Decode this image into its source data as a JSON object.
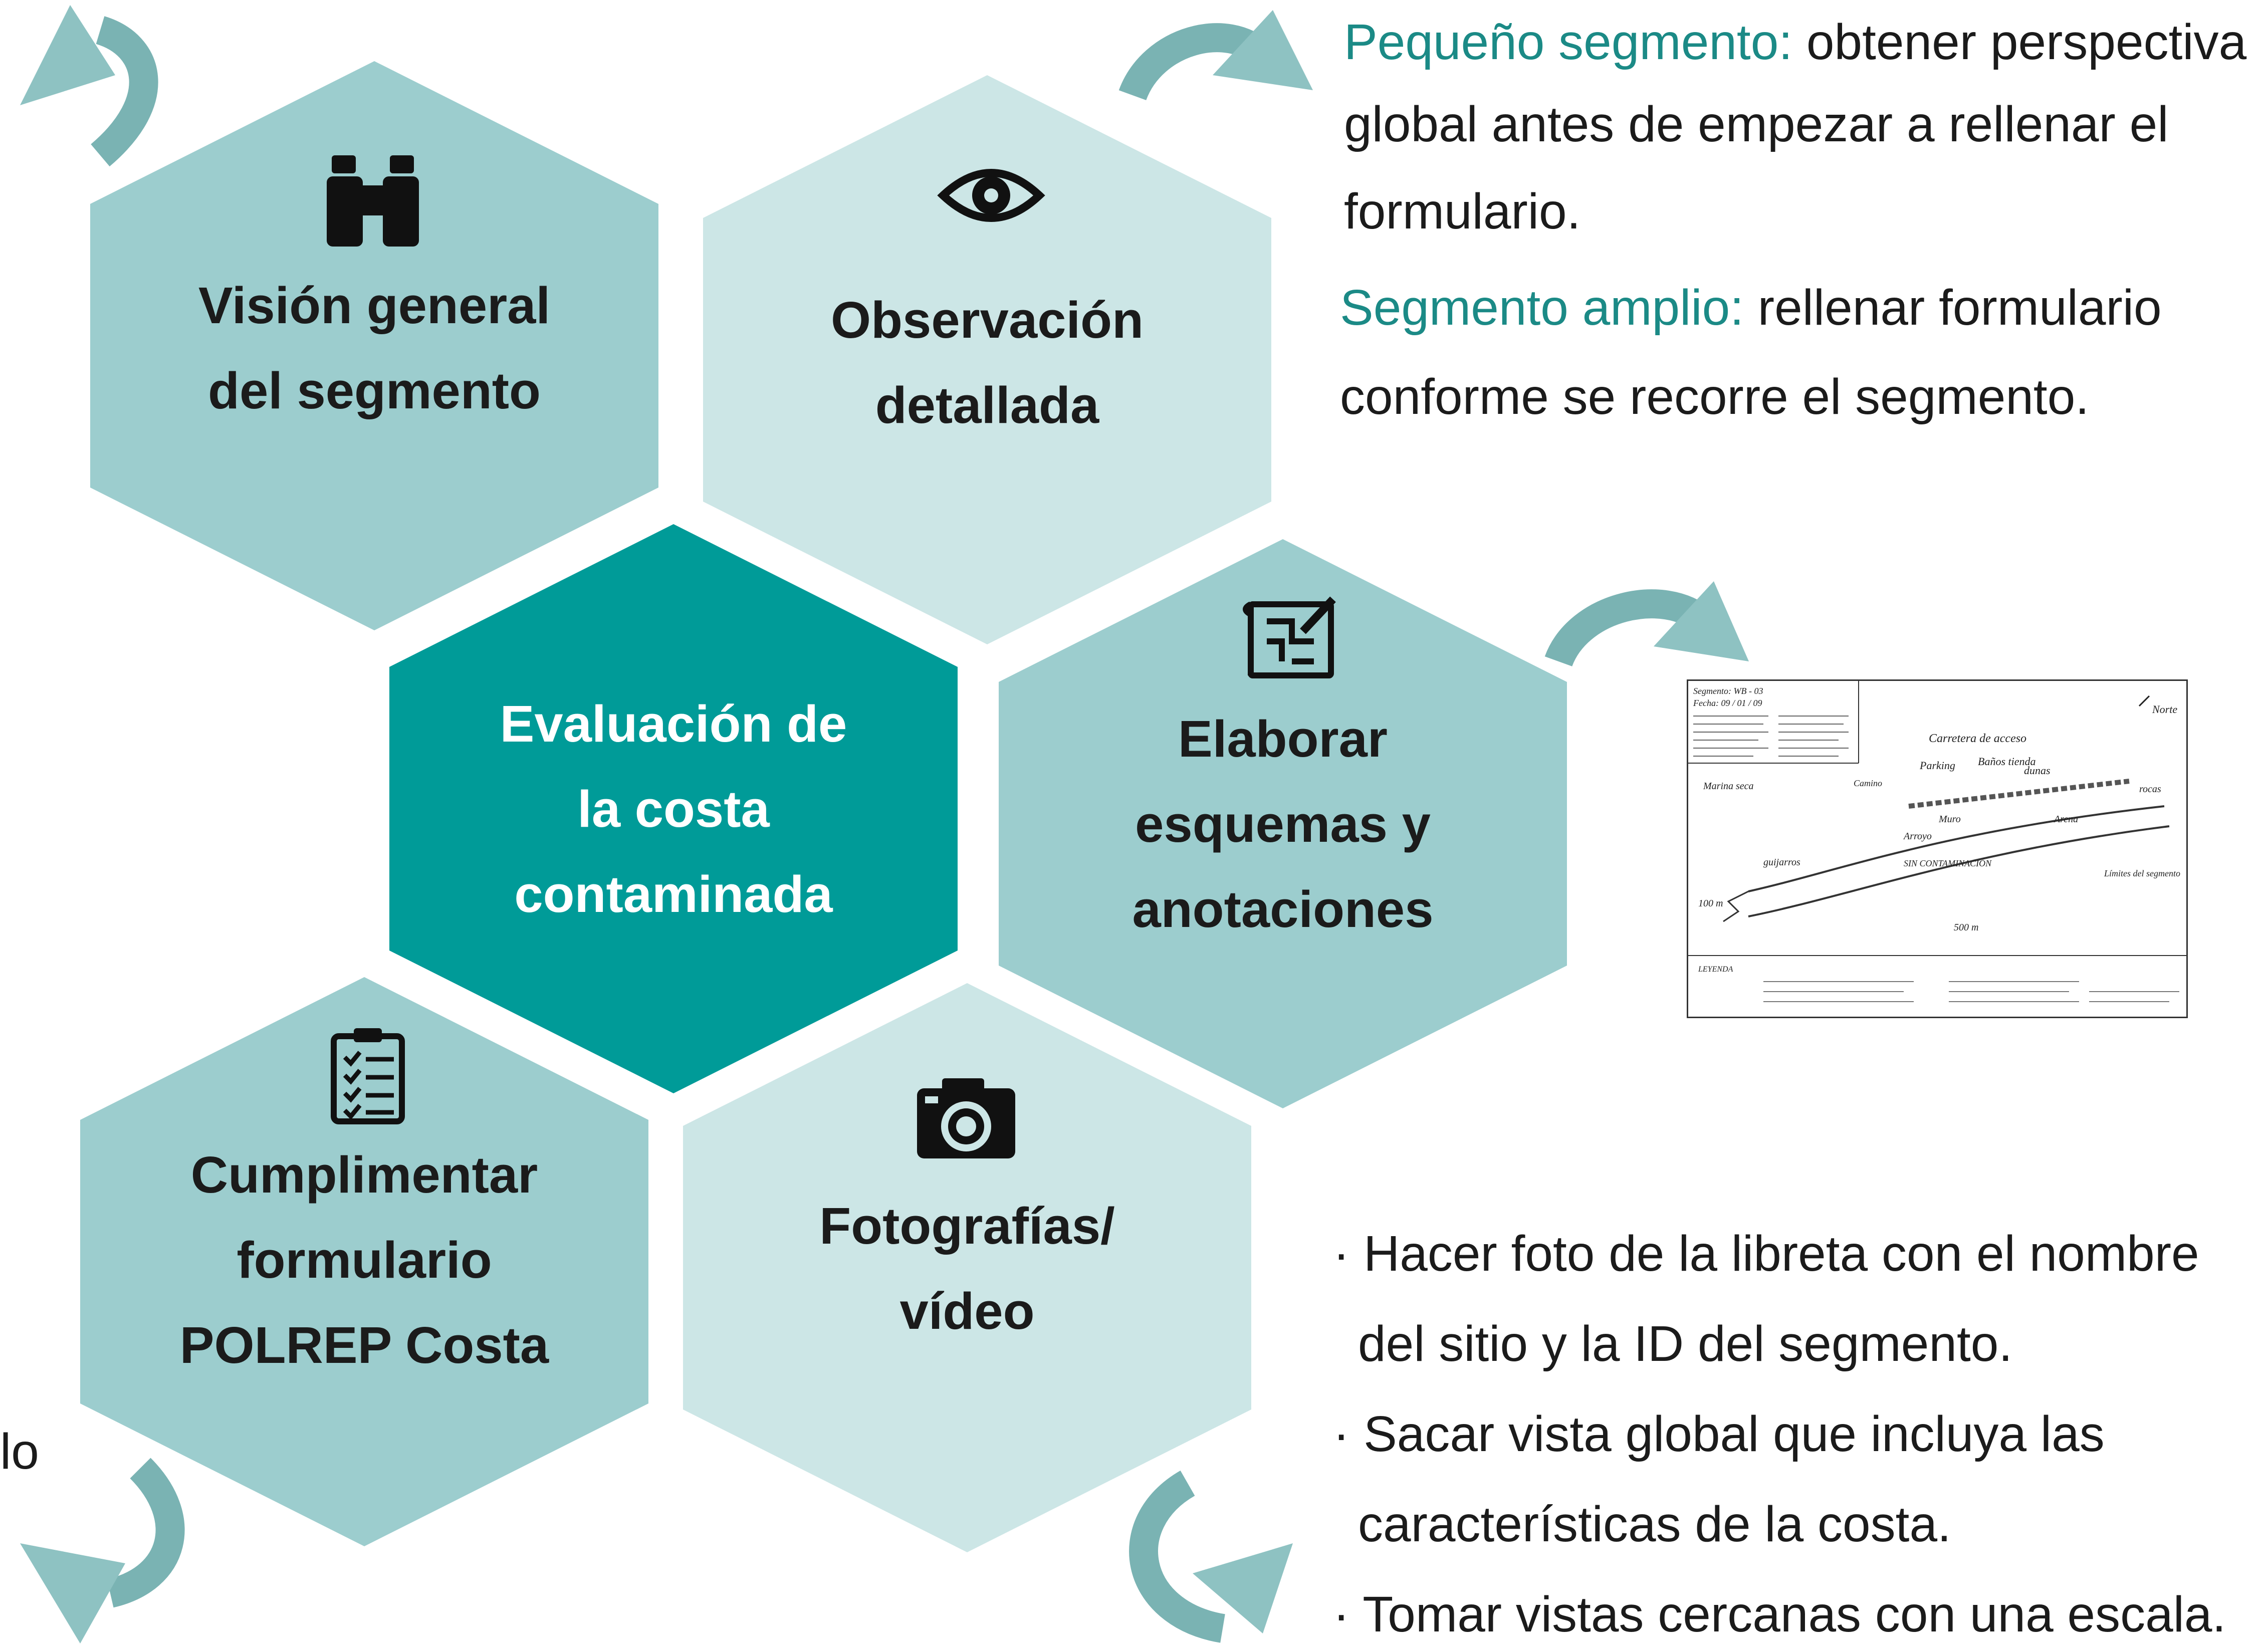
{
  "colors": {
    "hex_medium": "#9ccdce",
    "hex_light": "#cce6e6",
    "hex_dark": "#009b98",
    "arrow": "#7ab3b3",
    "accent_text": "#1b8a86"
  },
  "hexagons": {
    "vision": {
      "line1": "Visión general",
      "line2": "del segmento",
      "icon": "binoculars-icon"
    },
    "observacion": {
      "line1": "Observación",
      "line2": "detallada",
      "icon": "eye-icon"
    },
    "center": {
      "line1": "Evaluación de",
      "line2": "la costa",
      "line3": "contaminada"
    },
    "esquemas": {
      "line1": "Elaborar",
      "line2": "esquemas y",
      "line3": "anotaciones",
      "icon": "blueprint-sketch-icon"
    },
    "cumplimentar": {
      "line1": "Cumplimentar",
      "line2": "formulario",
      "line3": "POLREP Costa",
      "icon": "clipboard-checklist-icon"
    },
    "fotos": {
      "line1": "Fotografías/",
      "line2": "vídeo",
      "icon": "camera-icon"
    }
  },
  "notes": {
    "observacion": {
      "accent1": "Pequeño segmento:",
      "text1a": " obtener perspectiva",
      "text1b": "global antes de empezar a rellenar el",
      "text1c": "formulario.",
      "accent2": "Segmento amplio:",
      "text2a": " rellenar formulario",
      "text2b": "conforme se recorre el segmento."
    },
    "fotos": {
      "l1": "· Hacer foto de la libreta con el nombre",
      "l2": "del sitio y la ID del segmento.",
      "l3": "· Sacar vista global que incluya las",
      "l4": "características de la costa.",
      "l5": "· Tomar vistas cercanas con una escala."
    },
    "left_fragment": "lo"
  },
  "sketch": {
    "segment": "Segmento: WB - 03",
    "date": "Fecha: 09 / 01 / 09",
    "north": "Norte",
    "labels": [
      "Carretera de acceso",
      "Parking",
      "Baños tienda",
      "dunas",
      "Marina seca",
      "Camino",
      "rocas",
      "guijarros",
      "Arena",
      "Muro",
      "Arroyo",
      "SIN CONTAMINACIÓN",
      "Límites del segmento",
      "100 m",
      "500 m",
      "LEYENDA"
    ]
  }
}
